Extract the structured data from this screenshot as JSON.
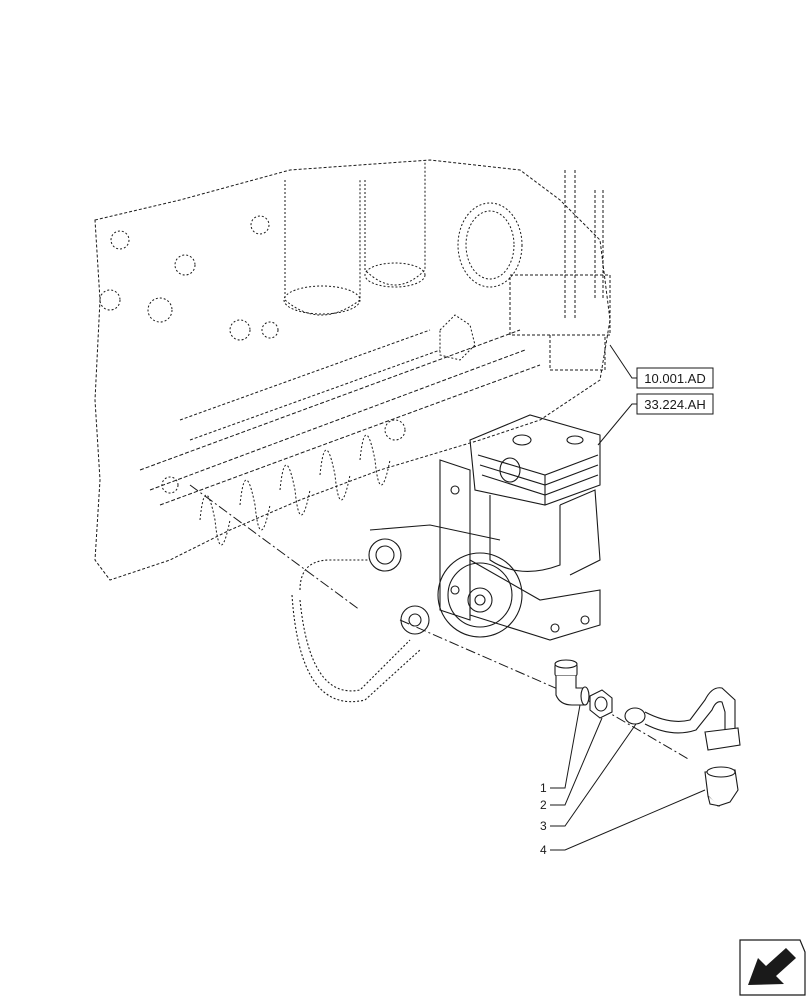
{
  "references": [
    {
      "id": "ref-engine",
      "label": "10.001.AD"
    },
    {
      "id": "ref-compressor",
      "label": "33.224.AH"
    }
  ],
  "callouts": [
    {
      "number": "1"
    },
    {
      "number": "2"
    },
    {
      "number": "3"
    },
    {
      "number": "4"
    }
  ],
  "icons": {
    "corner": "navigation-arrow-icon"
  },
  "colors": {
    "line": "#1a1a1a",
    "background": "#ffffff"
  }
}
